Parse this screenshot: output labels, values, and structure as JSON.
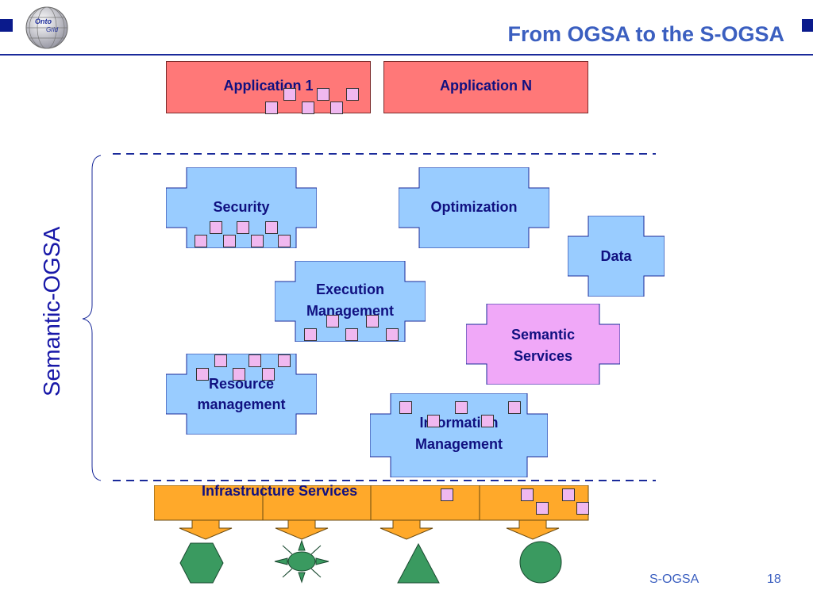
{
  "header": {
    "title": "From OGSA to the S-OGSA",
    "logo_text_1": "Onto",
    "logo_text_2": "Grid"
  },
  "applications": {
    "app1": "Application 1",
    "appN": "Application N"
  },
  "side_label": "Semantic-OGSA",
  "services": {
    "security": "Security",
    "optimization": "Optimization",
    "data": "Data",
    "execution_1": "Execution",
    "execution_2": "Management",
    "semantic_1": "Semantic",
    "semantic_2": "Services",
    "resource_1": "Resource",
    "resource_2": "management",
    "information_1": "Information",
    "information_2": "Management"
  },
  "infrastructure": {
    "label": "Infrastructure Services"
  },
  "colors": {
    "service_fill": "#99ccff",
    "semantic_fill": "#f0a8f8",
    "app_fill": "#ff7878",
    "infra_fill": "#ffa92a",
    "shape_fill": "#3a9a60",
    "title": "#3b5fc0"
  },
  "footer": {
    "label": "S-OGSA",
    "page": "18"
  }
}
